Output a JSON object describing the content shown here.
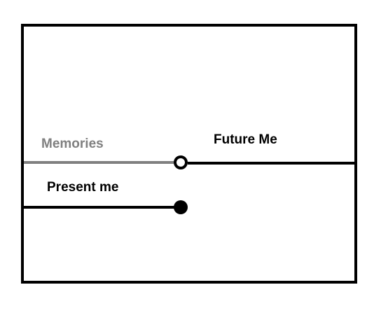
{
  "diagram": {
    "labels": {
      "memories": "Memories",
      "future": "Future Me",
      "present": "Present me"
    },
    "colors": {
      "memories": "#808080",
      "future": "#000000",
      "present": "#000000",
      "frame": "#000000",
      "background": "#ffffff"
    },
    "markers": {
      "timeline_upper": "open-circle",
      "timeline_lower": "filled-circle"
    }
  }
}
